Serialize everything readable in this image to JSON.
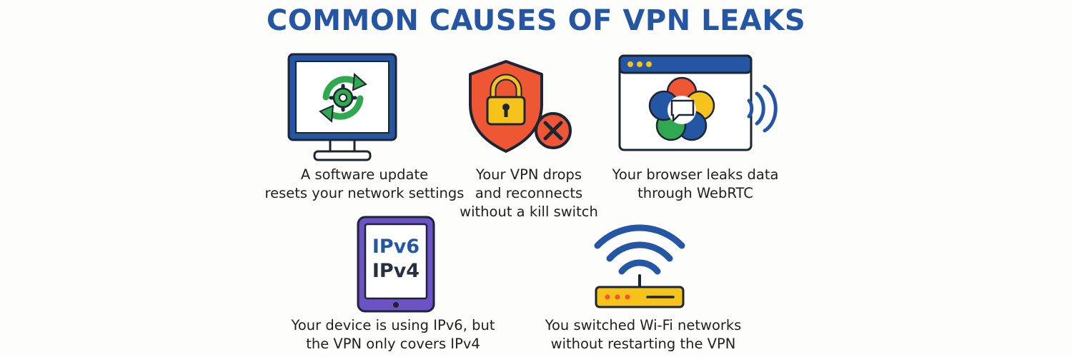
{
  "title": "COMMON CAUSES OF VPN LEAKS",
  "colors": {
    "title_blue": "#2556a3",
    "green": "#2fa84f",
    "red": "#ef5633",
    "yellow": "#f6c21c",
    "purple": "#6b52c7",
    "dark": "#263041"
  },
  "items": [
    {
      "icon": "monitor-update-icon",
      "caption": [
        "A software update",
        "resets your network settings"
      ]
    },
    {
      "icon": "shield-lock-icon",
      "caption": [
        "Your VPN drops",
        "and reconnects",
        "without a kill switch"
      ]
    },
    {
      "icon": "browser-webrtc-icon",
      "caption": [
        "Your browser leaks data",
        "through WebRTC"
      ]
    },
    {
      "icon": "tablet-ip-icon",
      "screen_lines": [
        "IPv6",
        "IPv4"
      ],
      "caption": [
        "Your device is using IPv6, but",
        "the VPN only covers IPv4"
      ]
    },
    {
      "icon": "wifi-router-icon",
      "caption": [
        "You switched Wi-Fi networks",
        "without restarting the VPN"
      ]
    }
  ]
}
